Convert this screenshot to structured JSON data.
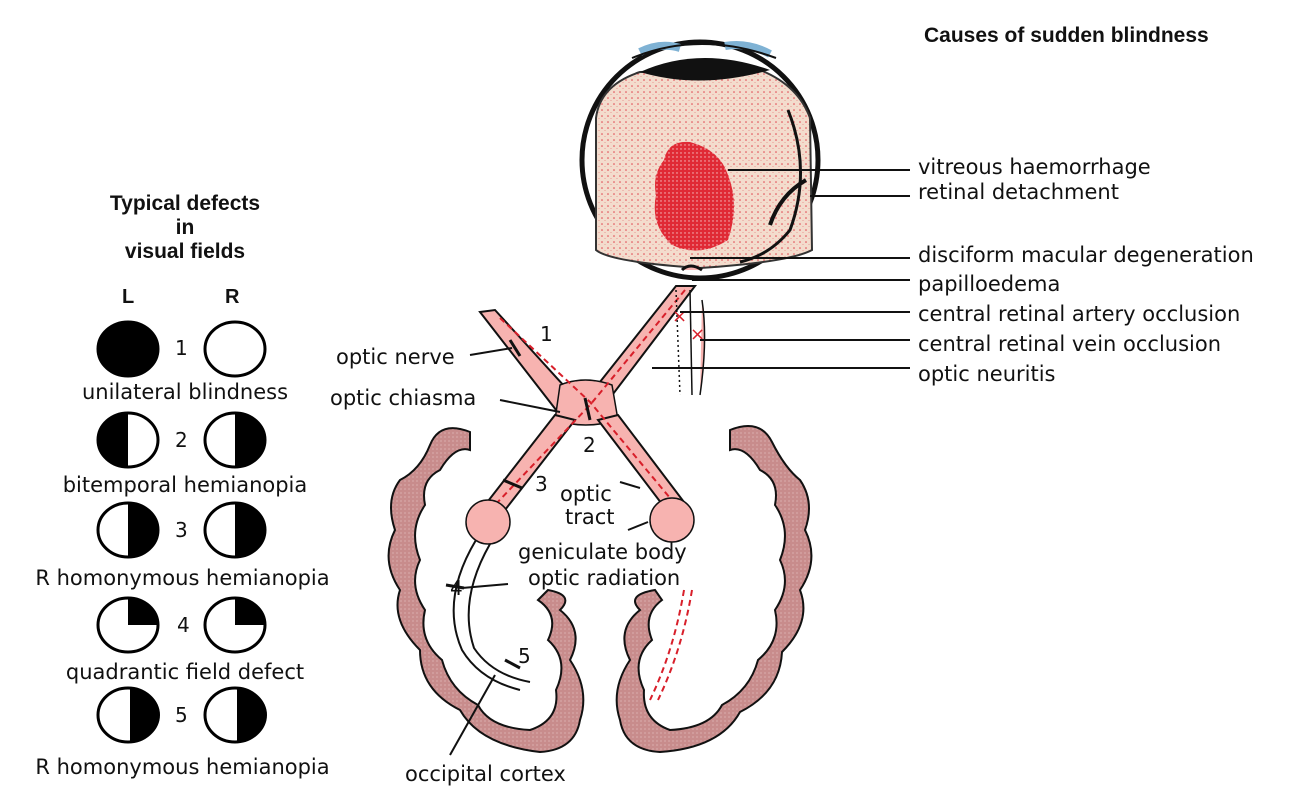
{
  "title": "Causes of sudden blindness",
  "fields_panel": {
    "heading_line1": "Typical defects",
    "heading_line2": "in",
    "heading_line3": "visual fields",
    "left_eye_label": "L",
    "right_eye_label": "R",
    "defects": [
      {
        "number": "1",
        "caption": "unilateral blindness"
      },
      {
        "number": "2",
        "caption": "bitemporal hemianopia"
      },
      {
        "number": "3",
        "caption": "R homonymous hemianopia"
      },
      {
        "number": "4",
        "caption": "quadrantic field defect"
      },
      {
        "number": "5",
        "caption": "R homonymous hemianopia"
      }
    ]
  },
  "causes": [
    "vitreous haemorrhage",
    "retinal detachment",
    "disciform macular degeneration",
    "papilloedema",
    "central retinal artery occlusion",
    "central retinal vein occlusion",
    "optic neuritis"
  ],
  "pathway_labels": {
    "optic_nerve": "optic nerve",
    "optic_chiasma": "optic chiasma",
    "optic_tract_1": "optic",
    "optic_tract_2": "tract",
    "geniculate_body": "geniculate body",
    "optic_radiation": "optic radiation",
    "occipital_cortex": "occipital cortex"
  },
  "lesion_numbers": [
    "1",
    "2",
    "3",
    "4",
    "5"
  ],
  "colors": {
    "vitreous": "#f3dccd",
    "blood": "#d81f2a",
    "nerve_pink": "#f7b3b0",
    "cortex": "#c98e8e",
    "lens_blue": "#9fc8e0"
  }
}
